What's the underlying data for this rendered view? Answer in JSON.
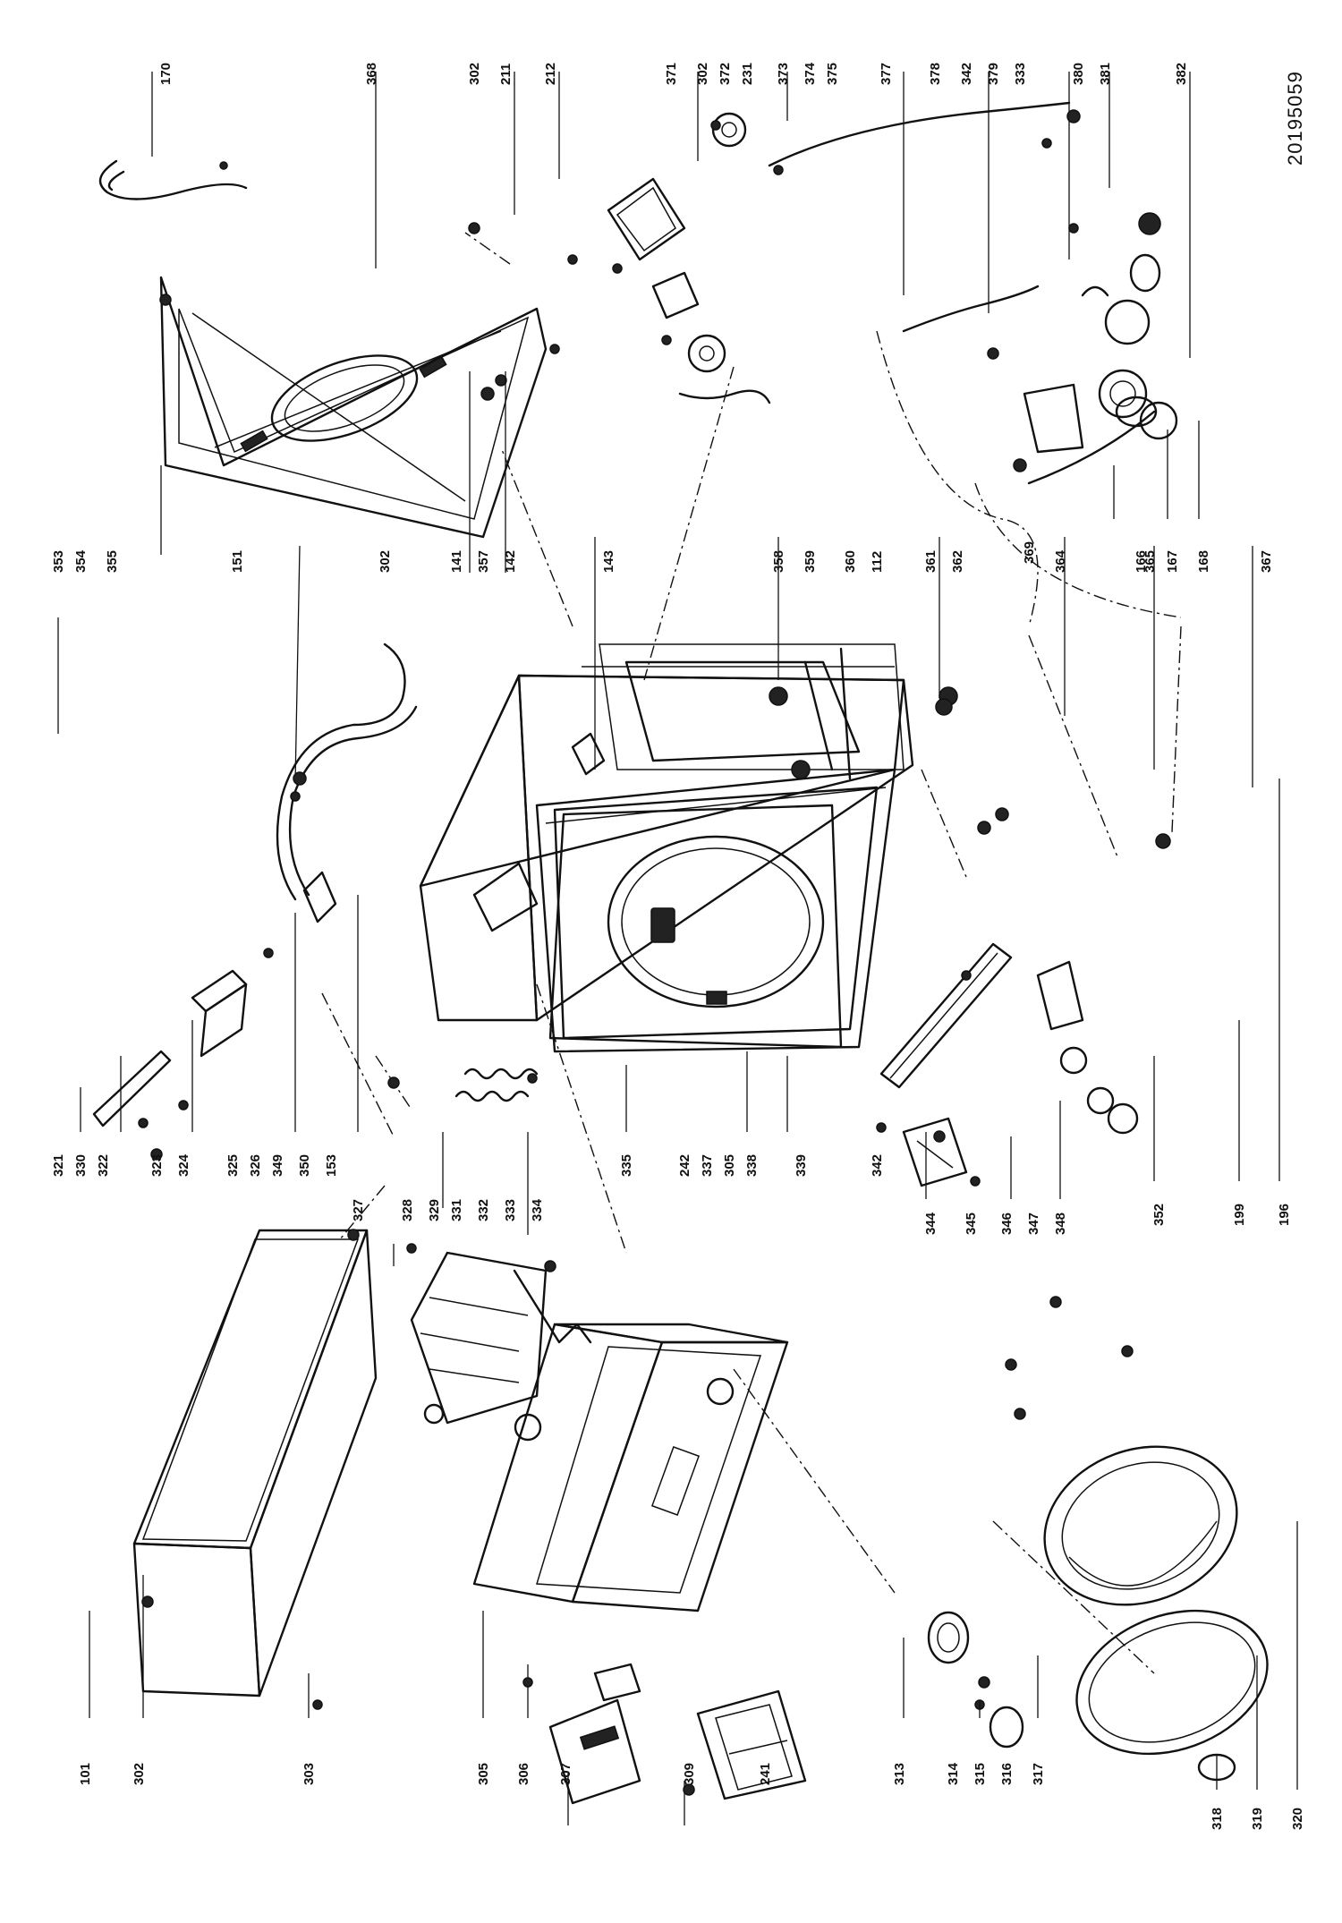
{
  "document_number": "20195059",
  "callouts": {
    "left": [
      "101",
      "302",
      "303",
      "305",
      "306",
      "307",
      "309",
      "241",
      "313",
      "314",
      "315",
      "316",
      "317",
      "318",
      "319",
      "320"
    ],
    "center": [
      "321",
      "330",
      "322",
      "323",
      "324",
      "325",
      "326",
      "349",
      "350",
      "153",
      "327",
      "328",
      "329",
      "331",
      "332",
      "333",
      "334",
      "335",
      "242",
      "337",
      "305",
      "338",
      "339",
      "342",
      "344",
      "345",
      "346",
      "347",
      "348",
      "352",
      "199",
      "196"
    ],
    "upper": [
      "353",
      "354",
      "355",
      "151",
      "302",
      "141",
      "357",
      "142",
      "143",
      "358",
      "359",
      "360",
      "112",
      "361",
      "362",
      "364",
      "365",
      "367"
    ],
    "top": [
      "170",
      "368",
      "302",
      "211",
      "212",
      "371",
      "302",
      "372",
      "231",
      "373",
      "374",
      "375",
      "377",
      "378",
      "342",
      "379",
      "333",
      "380",
      "381",
      "382",
      "166",
      "167",
      "168",
      "369"
    ]
  }
}
